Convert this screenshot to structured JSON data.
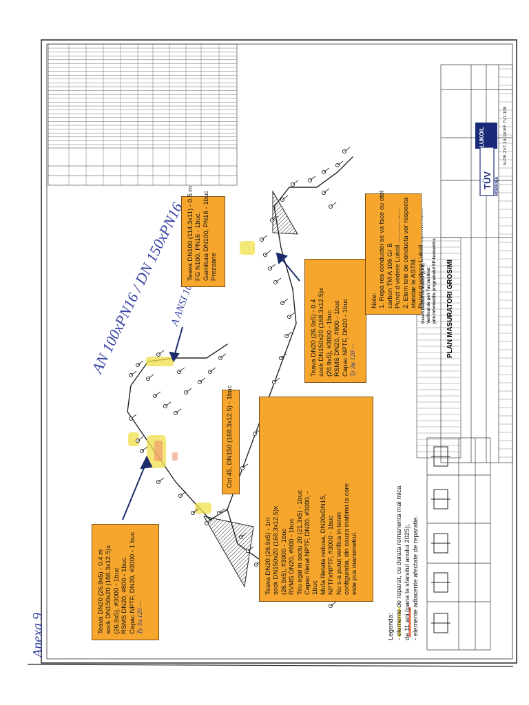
{
  "handwritten": {
    "corner_label": "Anexa 9",
    "flange_note": "AN 100xPN16 / DN 150xPN16",
    "flange_note2": "A ANSI 100"
  },
  "callouts": [
    {
      "lines": [
        "Teava DN20 (26.9x5) - 0.4 m",
        "sock DN150x20 (168.3x12.5)x",
        "(26.9x5), #3000 - 1buc",
        "RSMS DN20, #800 - 1buc",
        "Capac NPTF, DN20, #3000 - 1 buc"
      ],
      "handnote": "Ty 3u 120 —"
    },
    {
      "lines": [
        "Teava DN20 (26.9x5) - 1m",
        "sock DN150x20 (168.3x12.5)x",
        "(26.9x5), #3000 - 1buc",
        "RVMS DN20, #800 - 1buc",
        "Teu egal in soclu 20 (21.3x5) - 1buc",
        "Capac filetat NPTF, DN20, #3000, -",
        "1buc",
        "Mufa filetata redusa, DN20xDN15,",
        "NPTFxNPTF, #3000 - 1buc",
        "Nu s-a putut verifica in teren",
        "configuratia, din cauza inaltimii la care",
        "este pus manometrul."
      ],
      "handnote": ""
    },
    {
      "lines": [
        "Cot 45, DN150 (168.3x12.5) - 1buc"
      ],
      "handnote": ""
    },
    {
      "lines": [
        "Teava DN20 (26.9x5) - 0.4",
        "sock DN150x20 (168.3x12.5)x",
        "(26.9x5), #3000 - 1buc",
        "RSMS DN20, #800 - 1buc",
        "Capac NPTF, DN20 - 1buc"
      ],
      "handnote": "Ty 3u 120 —"
    },
    {
      "lines": [
        "Teava DN100 (114.3x11) - 0.5 m",
        "FG    N100, PN16 - 1buc.",
        "Garnitura DN100, PN16 - 1buc",
        "Prezoane"
      ],
      "handnote": ""
    },
    {
      "lines": [
        "Note:",
        "1. Repa    rea conductei se va face cu otel",
        "carbon     TM A 106 Gr B",
        "Punct d    vedere Lukoil ...................",
        "2. Elem    tele de conducta vor respecta",
        "standar    le ASTM.",
        "Punct d    vedere Lukoil ..................."
      ],
      "handnote": ""
    }
  ],
  "legend": {
    "title": "Legenda:",
    "items": [
      {
        "text": "- elemente de reparat, cu durata remanenta mai mica",
        "color": "#e8d23a"
      },
      {
        "text": "de 11 ani (pana la sfarsitul anului 2025);",
        "color": ""
      },
      {
        "text": "- elemente adiacente afectate de reparatie.",
        "color": "#e86a4a"
      }
    ]
  },
  "title_block": {
    "title": "PLAN MASURATORI GROSIMI",
    "company": "TÜV",
    "company2": "ROMANIA",
    "company3": "LUKOIL",
    "drawing_no": "N-PE-2V7-19-18-EF-7V7-105",
    "stamp_line1": "Desen realizat Intrument (LAB)",
    "stamp_line2": "Verificat de peri Tuv sustinut",
    "stamp_line3": "prin informatiile programului SP-Isometrics"
  }
}
